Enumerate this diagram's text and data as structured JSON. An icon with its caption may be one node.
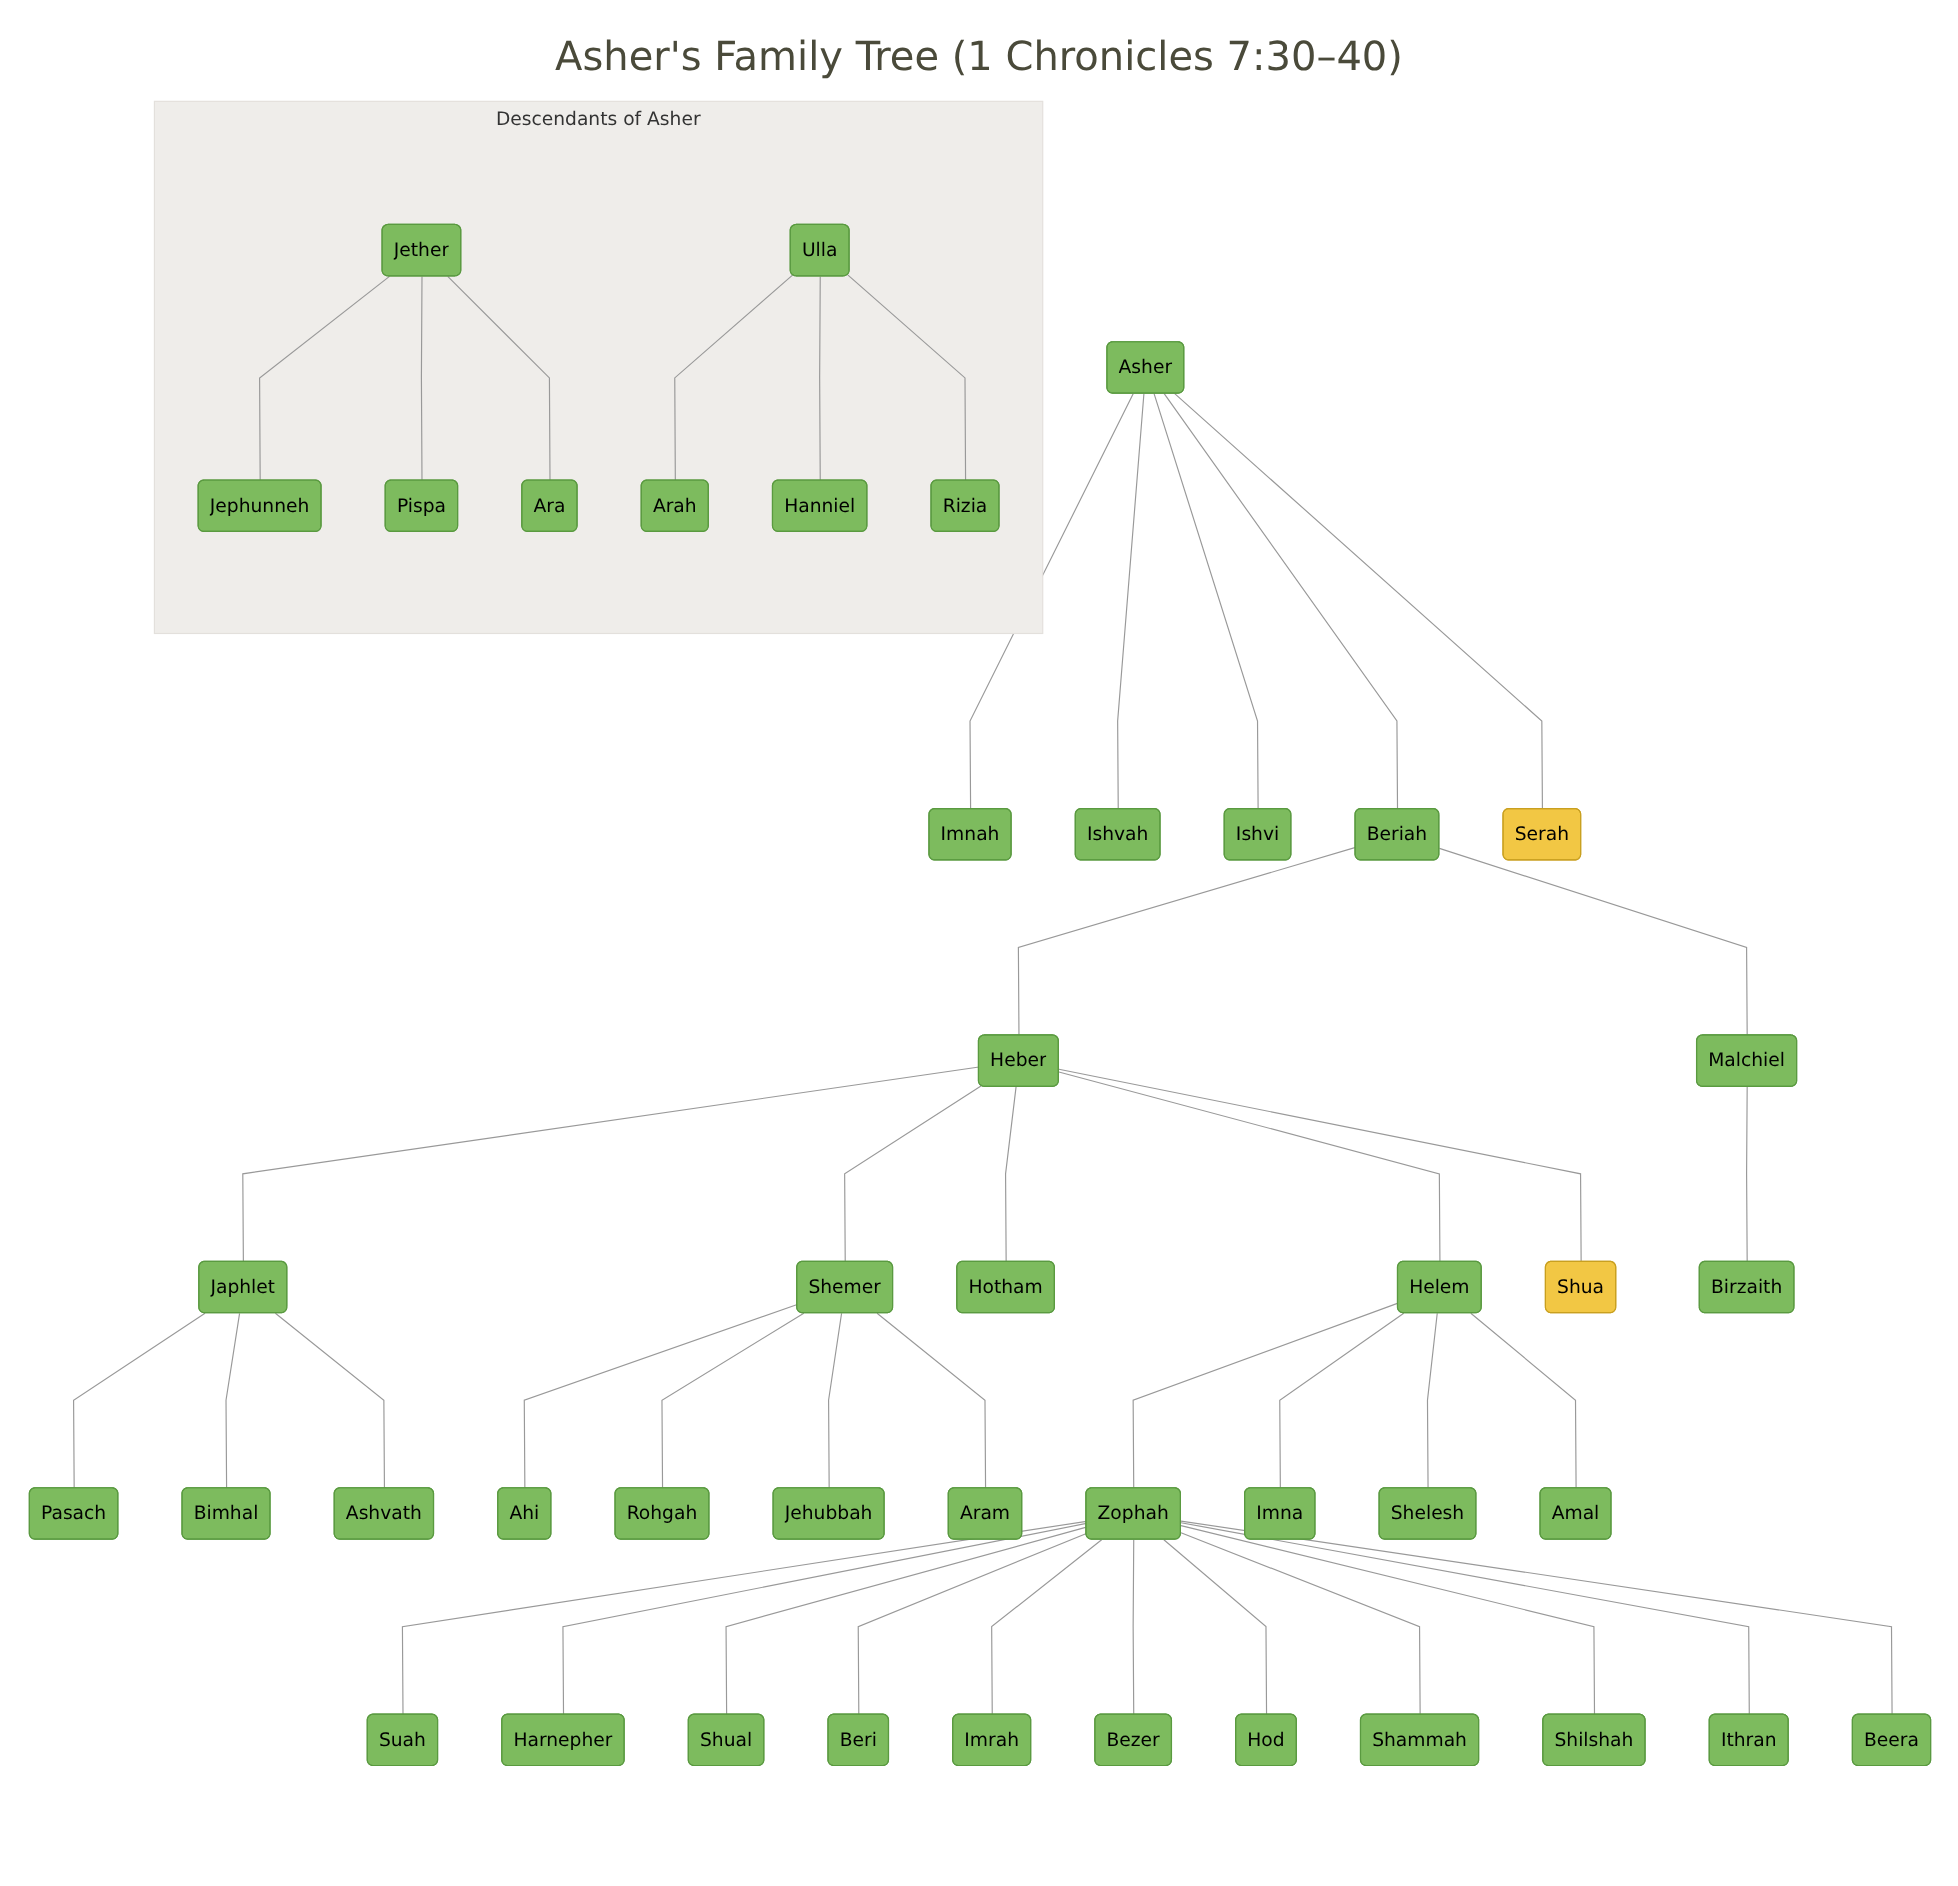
{
  "diagram": {
    "title": "Asher's Family Tree (1 Chronicles 7:30–40)",
    "nodes": [
      {
        "text": [
          "Asher"
        ]
      },
      {
        "text": [
          "Imnah"
        ]
      },
      {
        "text": [
          "Ishvah"
        ]
      },
      {
        "text": [
          "Ishvi"
        ]
      },
      {
        "text": [
          "Beriah"
        ]
      },
      {
        "text": [
          "Serah"
        ]
      },
      {
        "text": [
          "Heber"
        ]
      },
      {
        "text": [
          "Malchiel"
        ]
      },
      {
        "text": [
          "Japhlet"
        ]
      },
      {
        "text": [
          "Shemer"
        ]
      },
      {
        "text": [
          "Hotham"
        ]
      },
      {
        "text": [
          "Helem"
        ]
      },
      {
        "text": [
          "Shua"
        ]
      },
      {
        "text": [
          "Birzaith"
        ]
      },
      {
        "text": [
          "Pasach"
        ]
      },
      {
        "text": [
          "Bimhal"
        ]
      },
      {
        "text": [
          "Ashvath"
        ]
      },
      {
        "text": [
          "Ahi"
        ]
      },
      {
        "text": [
          "Rohgah"
        ]
      },
      {
        "text": [
          "Jehubbah"
        ]
      },
      {
        "text": [
          "Aram"
        ]
      },
      {
        "text": [
          "Zophah"
        ]
      },
      {
        "text": [
          "Imna"
        ]
      },
      {
        "text": [
          "Shelesh"
        ]
      },
      {
        "text": [
          "Amal"
        ]
      },
      {
        "text": [
          "Suah"
        ]
      },
      {
        "text": [
          "Harnepher"
        ]
      },
      {
        "text": [
          "Shual"
        ]
      },
      {
        "text": [
          "Beri"
        ]
      },
      {
        "text": [
          "Imrah"
        ]
      },
      {
        "text": [
          "Bezer"
        ]
      },
      {
        "text": [
          "Hod"
        ]
      },
      {
        "text": [
          "Shammah"
        ]
      },
      {
        "text": [
          "Shilshah"
        ]
      },
      {
        "text": [
          "Ithran"
        ]
      },
      {
        "text": [
          "Beera"
        ]
      },
      {
        "text": [
          "Descendants of Asher"
        ]
      },
      {
        "text": [
          "Jether"
        ],
        "in": 36
      },
      {
        "text": [
          "Ulla"
        ],
        "in": 36
      },
      {
        "text": [
          "Jephunneh"
        ],
        "in": 36
      },
      {
        "text": [
          "Pispa"
        ],
        "in": 36
      },
      {
        "text": [
          "Ara"
        ],
        "in": 36
      },
      {
        "text": [
          "Arah"
        ],
        "in": 36
      },
      {
        "text": [
          "Hanniel"
        ],
        "in": 36
      },
      {
        "text": [
          "Rizia"
        ],
        "in": 36
      }
    ],
    "edges": [
      {
        "from": 0,
        "to": 1,
        "arrow": "none"
      },
      {
        "from": 0,
        "to": 2,
        "arrow": "none"
      },
      {
        "from": 0,
        "to": 3,
        "arrow": "none"
      },
      {
        "from": 0,
        "to": 4,
        "arrow": "none"
      },
      {
        "from": 0,
        "to": 5,
        "arrow": "none"
      },
      {
        "from": 4,
        "to": 6,
        "arrow": "none"
      },
      {
        "from": 4,
        "to": 7,
        "arrow": "none"
      },
      {
        "from": 6,
        "to": 8,
        "arrow": "none"
      },
      {
        "from": 6,
        "to": 9,
        "arrow": "none"
      },
      {
        "from": 6,
        "to": 10,
        "arrow": "none"
      },
      {
        "from": 6,
        "to": 11,
        "arrow": "none"
      },
      {
        "from": 6,
        "to": 12,
        "arrow": "none"
      },
      {
        "from": 7,
        "to": 13,
        "arrow": "none"
      },
      {
        "from": 8,
        "to": 14,
        "arrow": "none"
      },
      {
        "from": 8,
        "to": 15,
        "arrow": "none"
      },
      {
        "from": 8,
        "to": 16,
        "arrow": "none"
      },
      {
        "from": 9,
        "to": 17,
        "arrow": "none"
      },
      {
        "from": 9,
        "to": 18,
        "arrow": "none"
      },
      {
        "from": 9,
        "to": 19,
        "arrow": "none"
      },
      {
        "from": 9,
        "to": 20,
        "arrow": "none"
      },
      {
        "from": 11,
        "to": 21,
        "arrow": "none"
      },
      {
        "from": 11,
        "to": 22,
        "arrow": "none"
      },
      {
        "from": 11,
        "to": 23,
        "arrow": "none"
      },
      {
        "from": 11,
        "to": 24,
        "arrow": "none"
      },
      {
        "from": 21,
        "to": 25,
        "arrow": "none"
      },
      {
        "from": 21,
        "to": 26,
        "arrow": "none"
      },
      {
        "from": 21,
        "to": 27,
        "arrow": "none"
      },
      {
        "from": 21,
        "to": 28,
        "arrow": "none"
      },
      {
        "from": 21,
        "to": 29,
        "arrow": "none"
      },
      {
        "from": 21,
        "to": 30,
        "arrow": "none"
      },
      {
        "from": 21,
        "to": 31,
        "arrow": "none"
      },
      {
        "from": 21,
        "to": 32,
        "arrow": "none"
      },
      {
        "from": 21,
        "to": 33,
        "arrow": "none"
      },
      {
        "from": 21,
        "to": 34,
        "arrow": "none"
      },
      {
        "from": 21,
        "to": 35,
        "arrow": "none"
      },
      {
        "from": 37,
        "to": 39,
        "arrow": "none"
      },
      {
        "from": 37,
        "to": 40,
        "arrow": "none"
      },
      {
        "from": 37,
        "to": 41,
        "arrow": "none"
      },
      {
        "from": 38,
        "to": 42,
        "arrow": "none"
      },
      {
        "from": 38,
        "to": 43,
        "arrow": "none"
      },
      {
        "from": 38,
        "to": 44,
        "arrow": "none"
      }
    ]
  }
}
